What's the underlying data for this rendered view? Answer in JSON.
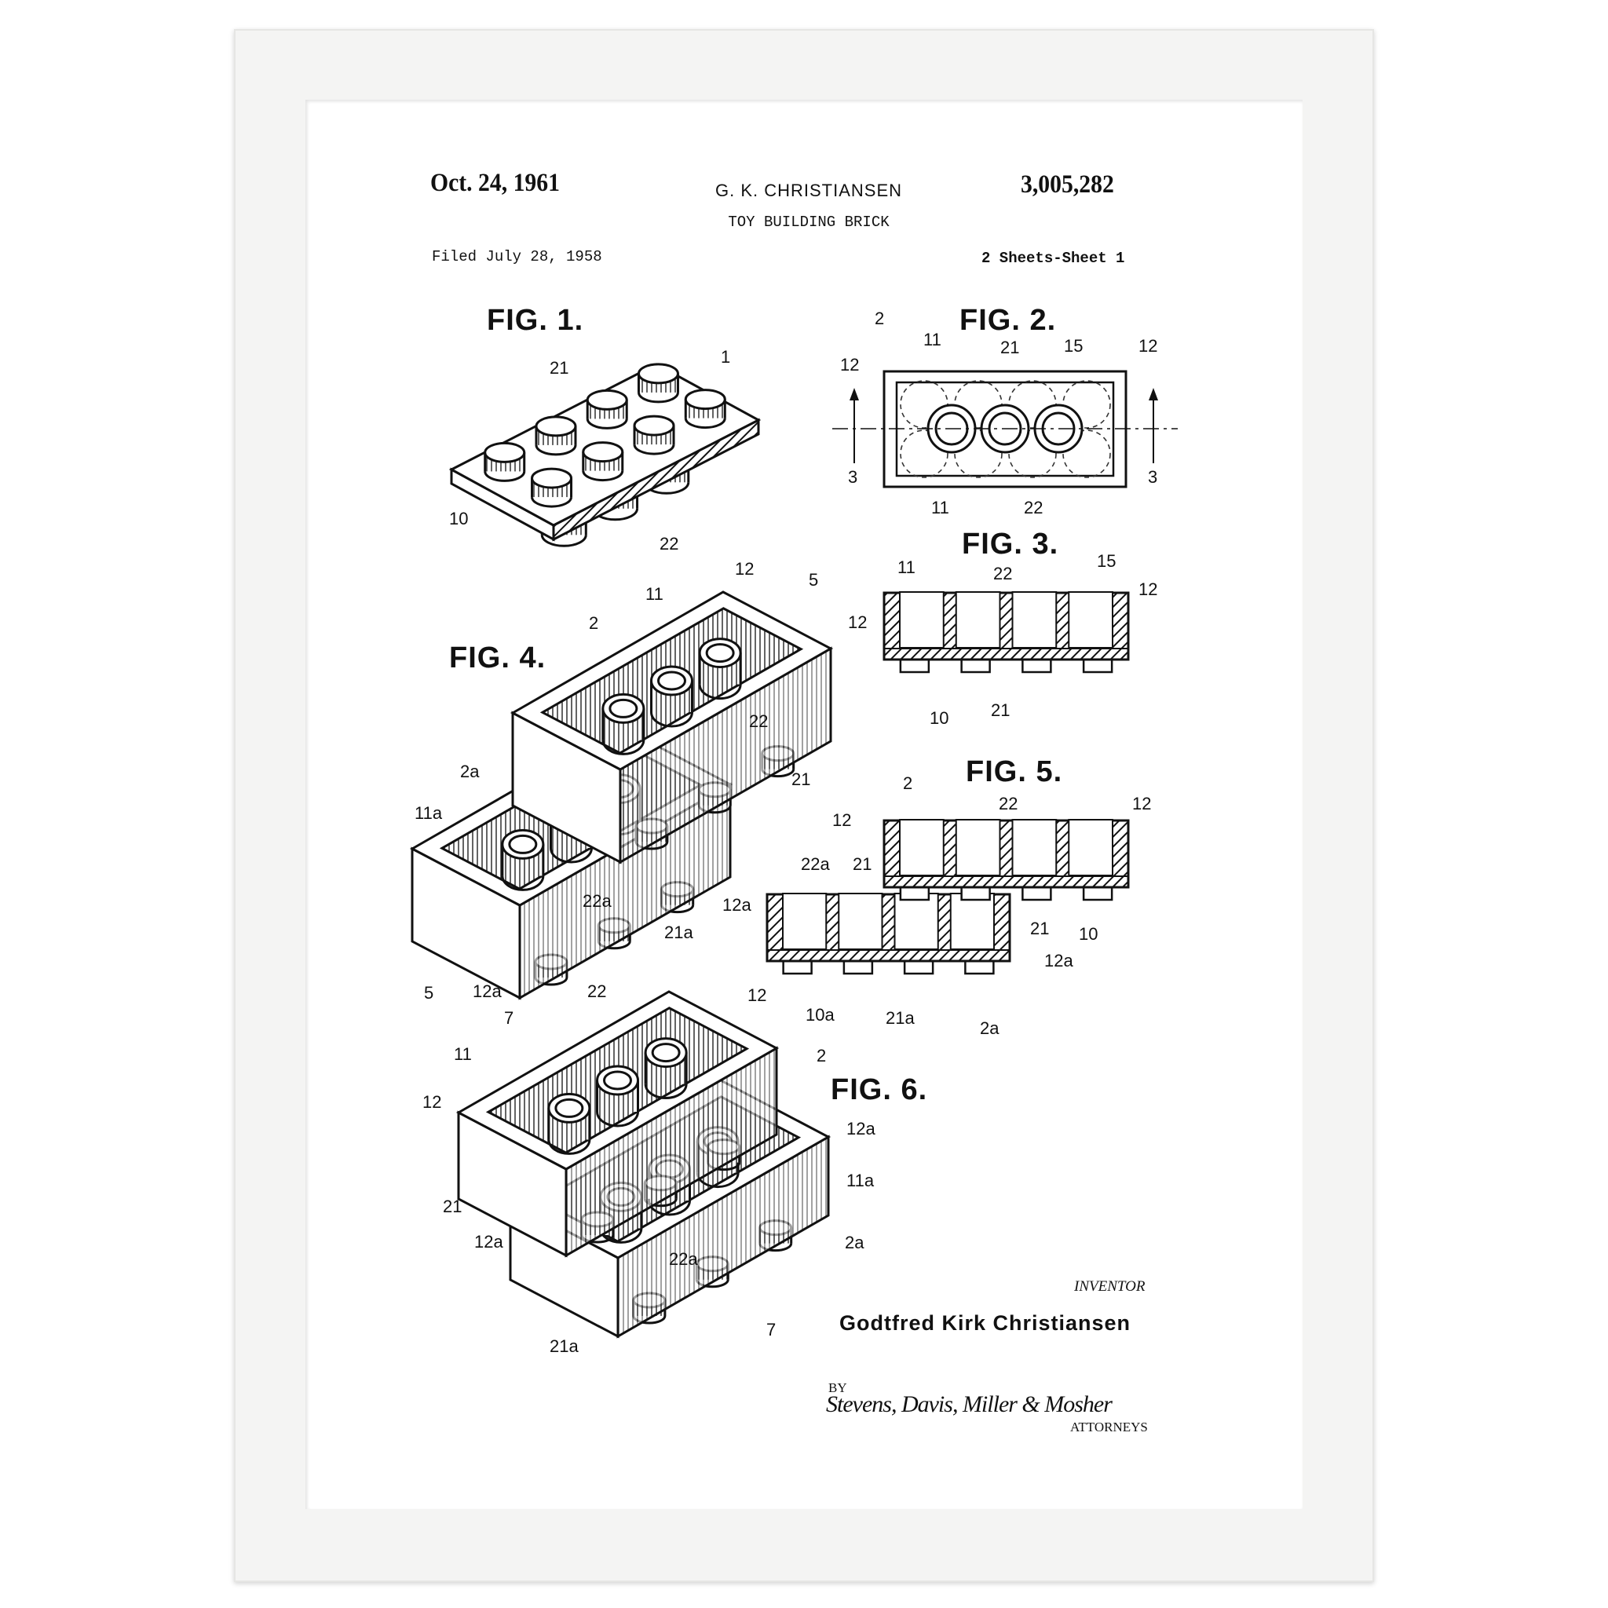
{
  "header": {
    "date": "Oct. 24, 1961",
    "inventor_short": "G. K. CHRISTIANSEN",
    "patent_number": "3,005,282",
    "title": "TOY BUILDING BRICK",
    "filed": "Filed July 28, 1958",
    "sheets": "2 Sheets-Sheet 1"
  },
  "figures": [
    {
      "title": "FIG. 1.",
      "labels": [
        "1",
        "21",
        "10",
        "22"
      ]
    },
    {
      "title": "FIG. 2.",
      "labels": [
        "2",
        "11",
        "21",
        "15",
        "12",
        "12",
        "3",
        "3",
        "11",
        "22"
      ]
    },
    {
      "title": "FIG. 3.",
      "labels": [
        "11",
        "22",
        "15",
        "12",
        "12",
        "10",
        "21"
      ]
    },
    {
      "title": "FIG. 4.",
      "labels": [
        "12",
        "5",
        "11",
        "2",
        "22",
        "21",
        "2a",
        "11a",
        "22a",
        "21a",
        "5",
        "12a"
      ]
    },
    {
      "title": "FIG. 5.",
      "labels": [
        "2",
        "22",
        "12",
        "12",
        "21",
        "22a",
        "12a",
        "21",
        "10",
        "12a",
        "10a",
        "21a",
        "2a"
      ]
    },
    {
      "title": "FIG. 6.",
      "labels": [
        "22",
        "7",
        "12",
        "11",
        "2",
        "12",
        "12a",
        "11a",
        "21",
        "12a",
        "2a",
        "22a",
        "7",
        "21a"
      ]
    }
  ],
  "footer": {
    "inventor_label": "INVENTOR",
    "inventor_name": "Godtfred Kirk Christiansen",
    "by": "BY",
    "signature": "Stevens, Davis, Miller & Mosher",
    "attorneys": "ATTORNEYS"
  }
}
